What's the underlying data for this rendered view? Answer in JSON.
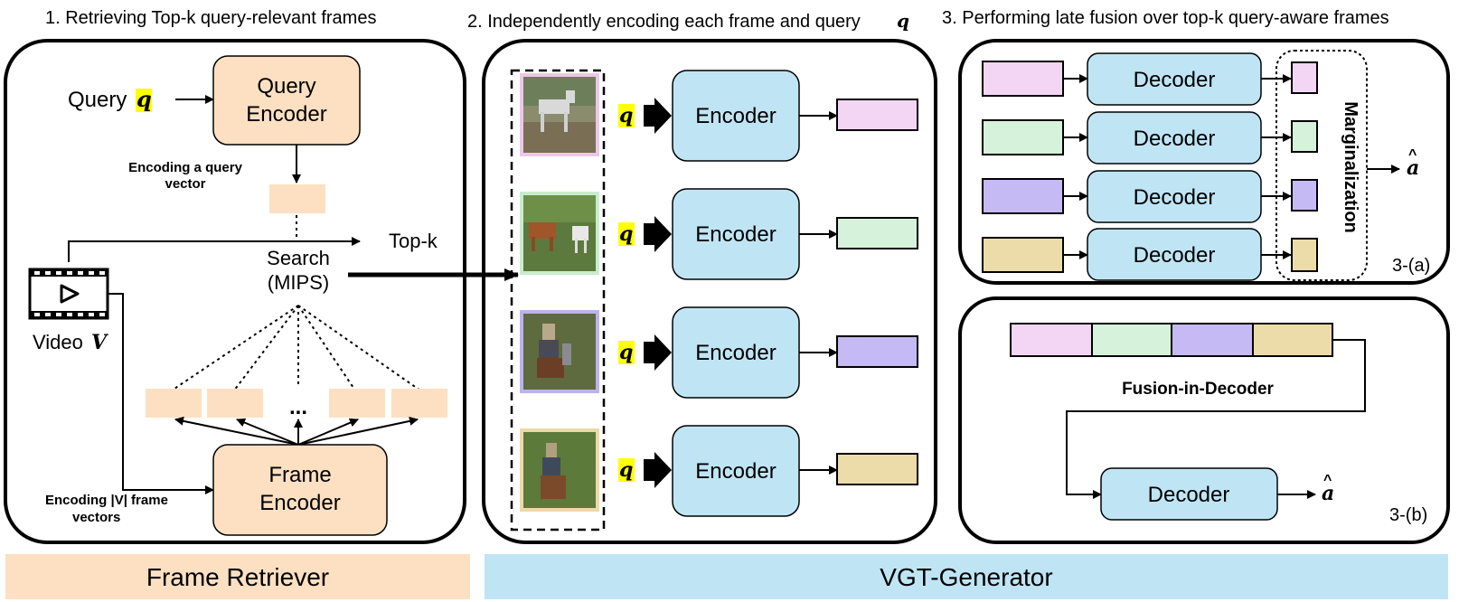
{
  "titles": {
    "s1": "1. Retrieving Top-k query-relevant frames",
    "s2": "2. Independently encoding each frame and query",
    "s2_var": "q",
    "s3": "3. Performing late fusion over top-k query-aware frames"
  },
  "retriever": {
    "query_label": "Query",
    "query_var": "q",
    "query_encoder": [
      "Query",
      "Encoder"
    ],
    "encoding_query_note": [
      "Encoding a query",
      "vector"
    ],
    "search": [
      "Search",
      "(MIPS)"
    ],
    "topk": "Top-k",
    "video_label": "Video",
    "video_var": "V",
    "ellipsis": "...",
    "frame_encoder": [
      "Frame",
      "Encoder"
    ],
    "encoding_frames_note": [
      "Encoding |V| frame",
      "vectors"
    ]
  },
  "encoder_panel": {
    "query_var": "q",
    "encoder_label": "Encoder",
    "output_colors": [
      "#f3d6f3",
      "#d6f2da",
      "#c6baf4",
      "#ecdcaa"
    ],
    "frame_border_colors": [
      "#ecc7e8",
      "#c8eccd",
      "#bdb2ec",
      "#ecd9a8"
    ]
  },
  "late_fusion": {
    "decoder_label": "Decoder",
    "marginalization": "Marginalization",
    "answer_var": "a",
    "tag": "3-(a)",
    "input_colors": [
      "#f3d6f3",
      "#d6f2da",
      "#c6baf4",
      "#ecdcaa"
    ]
  },
  "fid": {
    "label": "Fusion-in-Decoder",
    "decoder_label": "Decoder",
    "answer_var": "a",
    "tag": "3-(b)"
  },
  "bottom_bars": {
    "frame_retriever": "Frame Retriever",
    "vgt_generator": "VGT-Generator"
  },
  "colors": {
    "query_encoder_fill": "#fde0c2",
    "vector_fill": "#fde0c2",
    "encoder_fill": "#bfe5f5",
    "decoder_fill": "#bfe5f5",
    "retriever_bar": "#fde0c2",
    "generator_bar": "#bfe5f5",
    "highlight": "#ffff00"
  }
}
